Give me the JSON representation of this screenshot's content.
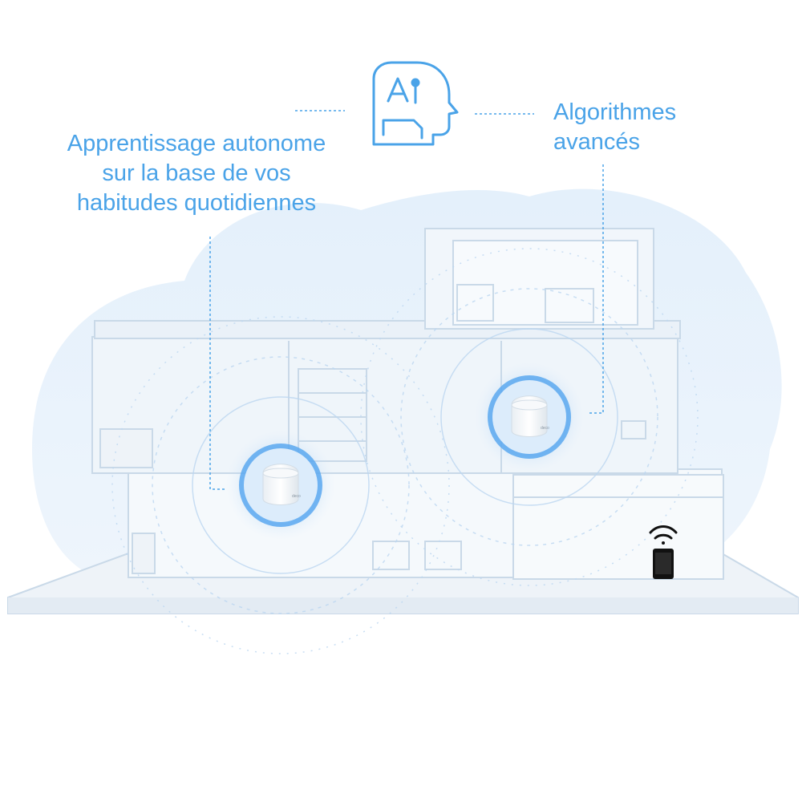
{
  "captions": {
    "left": [
      "Apprentissage autonome",
      "sur la base de vos",
      "habitudes quotidiennes"
    ],
    "right": [
      "Algorithmes",
      "avancés"
    ]
  },
  "icons": {
    "top_center": "ai-head-icon",
    "phone": "smartphone-icon",
    "signal": "wifi-signal-icon"
  },
  "colors": {
    "accent": "#4aa3e8",
    "cloud": "#dcecf9",
    "house": "#eef4fa",
    "node_glow": "#5aa8f0"
  },
  "devices": [
    {
      "name": "mesh-unit-left",
      "logo_text": "deco"
    },
    {
      "name": "mesh-unit-right",
      "logo_text": "deco"
    }
  ]
}
